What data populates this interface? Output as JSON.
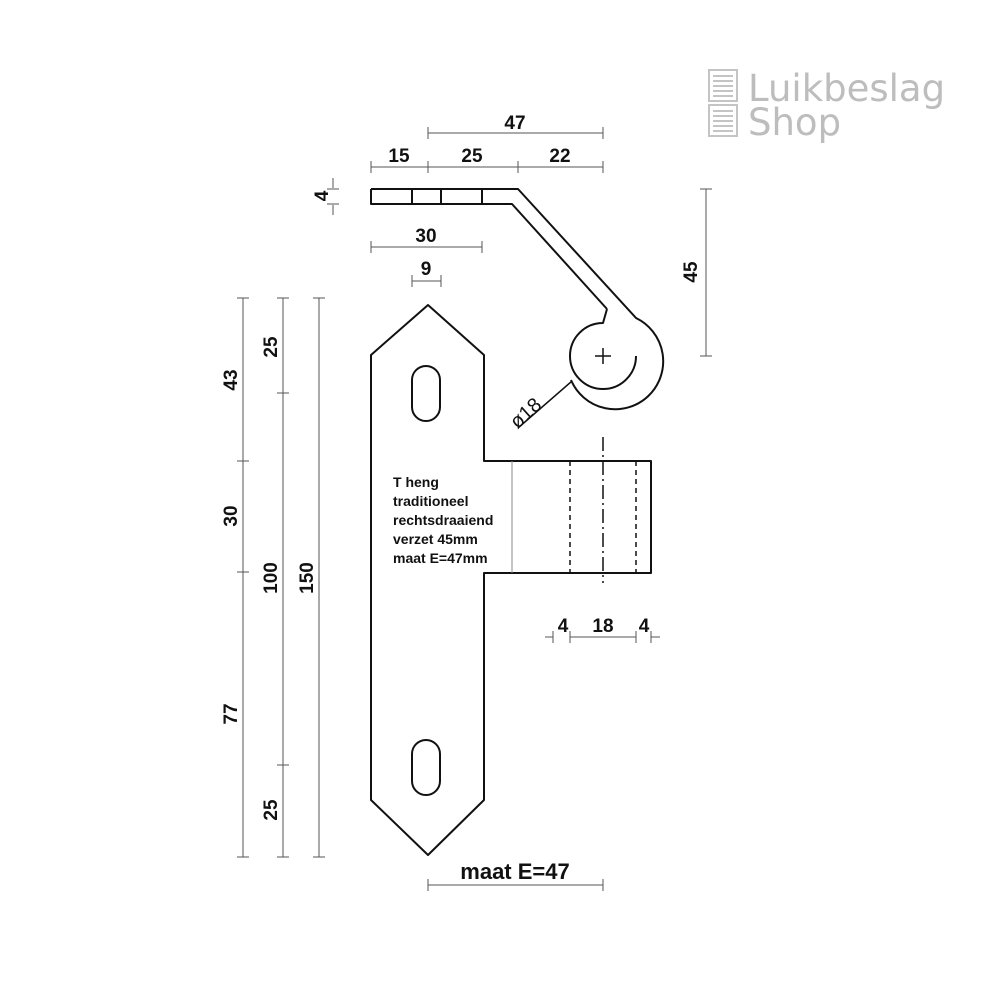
{
  "logo": {
    "line1": "Luikbeslag",
    "line2": "Shop"
  },
  "top_view_dims": {
    "overall_offset": "47",
    "seg1": "15",
    "seg2": "25",
    "seg3": "22",
    "thickness": "4",
    "width_30": "30",
    "hole_9": "9",
    "height_45": "45",
    "diameter": "ø18"
  },
  "side_dims": {
    "d43": "43",
    "d30": "30",
    "d77": "77",
    "d25_top": "25",
    "d100": "100",
    "d25_bottom": "25",
    "d150": "150"
  },
  "tube_dims": {
    "wall_left": "4",
    "tube": "18",
    "wall_right": "4"
  },
  "note": [
    "T heng",
    "traditioneel",
    "rechtsdraaiend",
    "verzet 45mm",
    "maat E=47mm"
  ],
  "bottom_label": "maat E=47"
}
